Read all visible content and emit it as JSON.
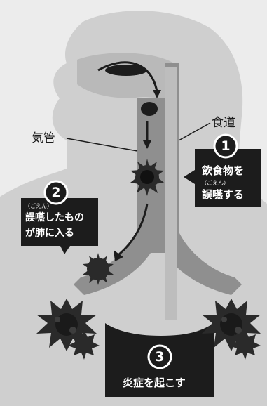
{
  "labels": {
    "esophagus": "食道",
    "trachea": "気管"
  },
  "steps": [
    {
      "number": "1",
      "ruby": "（ごえん）",
      "line1": "飲食物を",
      "line2": "誤嚥する"
    },
    {
      "number": "2",
      "ruby": "（ごえん）",
      "line1": "誤嚥したもの",
      "line2": "が肺に入る"
    },
    {
      "number": "3",
      "line1": "炎症を起こす"
    }
  ],
  "colors": {
    "silhouette": "#cfcfcf",
    "airway": "#8f8f8f",
    "dark": "#1c1c1c",
    "bacteria": "#2a2a2a"
  }
}
